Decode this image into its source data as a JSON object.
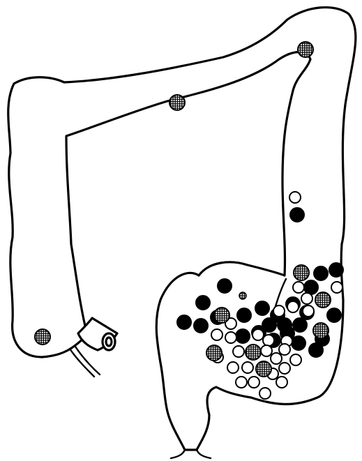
{
  "figure": {
    "subject": "colon",
    "colors": {
      "outline": "#000000",
      "background": "#ffffff",
      "solid_marker": "#000000",
      "open_marker": "#ffffff",
      "hatched_marker": "crosshatch"
    },
    "marker_types": [
      "solid",
      "open",
      "hatched"
    ],
    "marker_counts": {
      "solid": 25,
      "open": 27,
      "hatched": 14
    }
  }
}
